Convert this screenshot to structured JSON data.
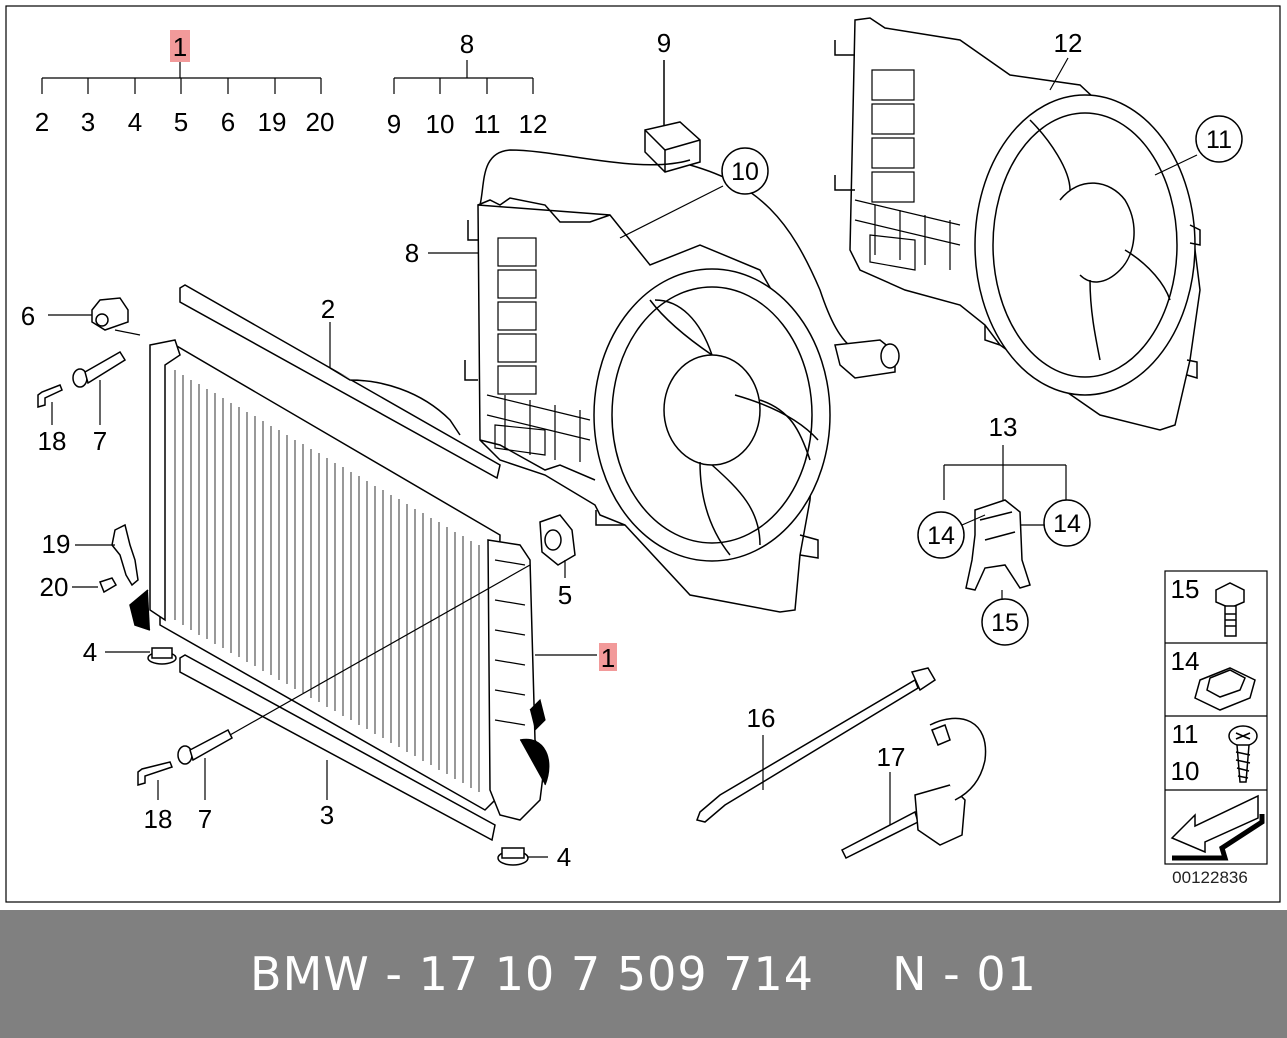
{
  "diagram": {
    "doc_number": "00122836",
    "top_groups": {
      "group1": {
        "parent": "1",
        "children": [
          "2",
          "3",
          "4",
          "5",
          "6",
          "19",
          "20"
        ]
      },
      "group8": {
        "parent": "8",
        "children": [
          "9",
          "10",
          "11",
          "12"
        ]
      }
    },
    "labels": {
      "p9": "9",
      "p10": "10",
      "p12": "12",
      "p11": "11",
      "p8": "8",
      "p2": "2",
      "p6": "6",
      "p18a": "18",
      "p7a": "7",
      "p19": "19",
      "p20": "20",
      "p5": "5",
      "p1": "1",
      "p4a": "4",
      "p18b": "18",
      "p7b": "7",
      "p3": "3",
      "p4b": "4",
      "p13": "13",
      "p14a": "14",
      "p14b": "14",
      "p15": "15",
      "p16": "16",
      "p17": "17"
    },
    "legend": {
      "cell1": "15",
      "cell2": "14",
      "cell3a": "11",
      "cell3b": "10"
    }
  },
  "footer": {
    "text": "BMW - 17 10 7 509 714     N - 01"
  },
  "colors": {
    "highlight": "#f29a9a",
    "footer_bg": "#808080",
    "line": "#000000"
  }
}
